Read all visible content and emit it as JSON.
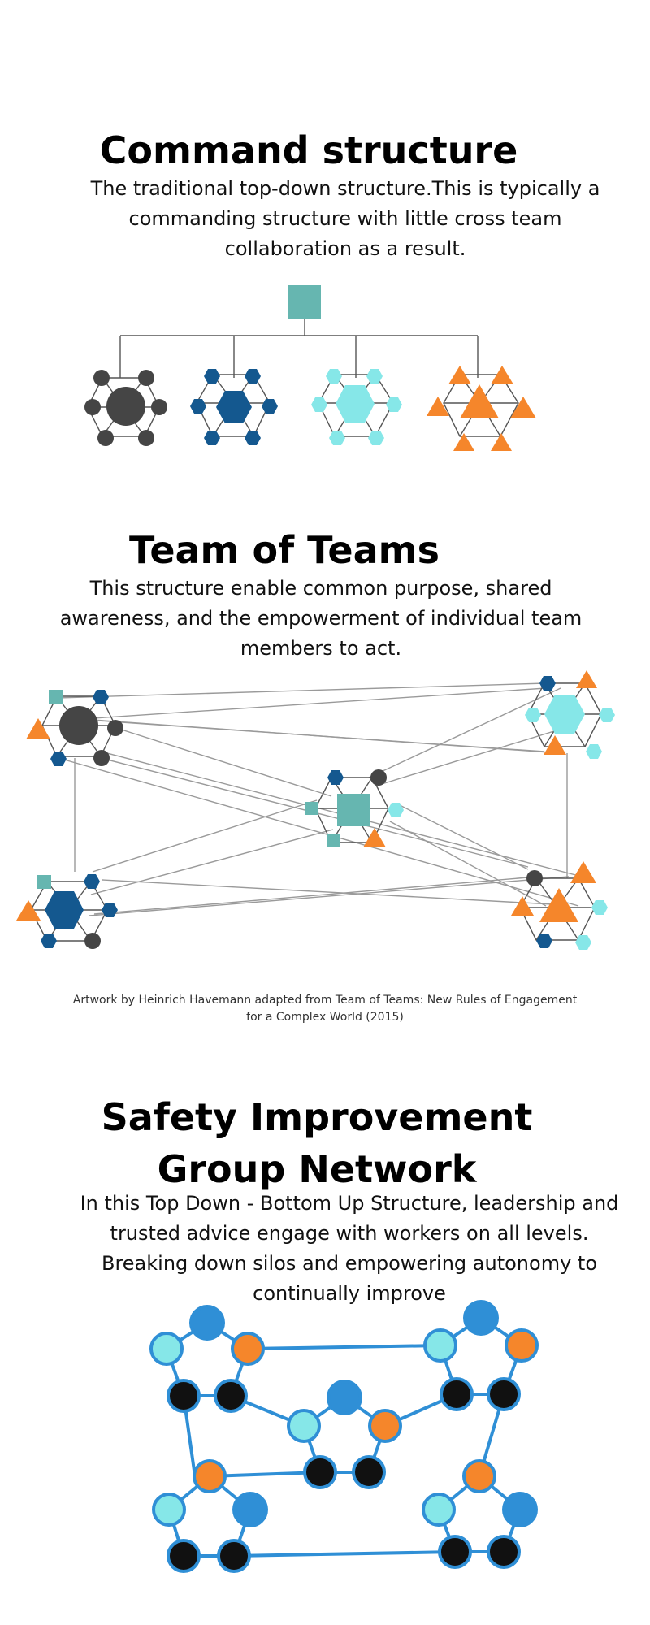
{
  "sections": {
    "command": {
      "title": "Command structure",
      "description": "The traditional top-down structure.This is typically a commanding structure with little cross team collaboration as a result."
    },
    "team_of_teams": {
      "title": "Team of Teams",
      "description": "This structure enable common purpose, shared awareness, and the empowerment of individual team members to act.",
      "credit_line1": "Artwork by Heinrich Havemann adapted from Team of Teams: New Rules of Engagement",
      "credit_line2": "for a Complex World (2015)"
    },
    "safety_network": {
      "title_line1": "Safety Improvement",
      "title_line2": "Group Network",
      "description": "In this Top Down - Bottom Up Structure, leadership and trusted advice engage with  workers on all levels. Breaking down silos and empowering autonomy to continually improve"
    }
  },
  "colors": {
    "teal": "#66b6b0",
    "dark_gray": "#454545",
    "navy": "#14588f",
    "aqua": "#86e7e8",
    "orange": "#f5862b",
    "network_line": "#2f8fd6",
    "network_blue": "#2f8fd6",
    "network_black": "#111111"
  }
}
